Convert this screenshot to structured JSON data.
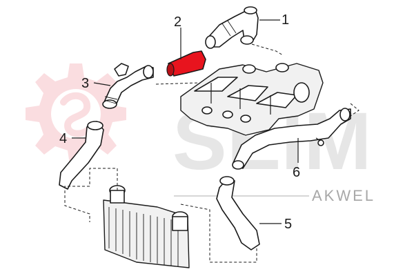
{
  "brand": {
    "watermark_text": "SEIM",
    "secondary_text": "AKWEL",
    "logo_color": "#f6c3c8",
    "watermark_color": "#d6d6d6"
  },
  "highlight_color": "#e8141e",
  "callouts": [
    {
      "id": "1",
      "label": "1"
    },
    {
      "id": "2",
      "label": "2"
    },
    {
      "id": "3",
      "label": "3"
    },
    {
      "id": "4",
      "label": "4"
    },
    {
      "id": "5",
      "label": "5"
    },
    {
      "id": "6",
      "label": "6"
    }
  ],
  "parts": [
    {
      "label": "1",
      "icon": "elbow-connector",
      "highlighted": false
    },
    {
      "label": "2",
      "icon": "hose",
      "highlighted": true
    },
    {
      "label": "3",
      "icon": "bracket-pipe",
      "highlighted": false
    },
    {
      "label": "4",
      "icon": "hose",
      "highlighted": false
    },
    {
      "label": "5",
      "icon": "hose",
      "highlighted": false
    },
    {
      "label": "6",
      "icon": "pipe",
      "highlighted": false
    }
  ]
}
